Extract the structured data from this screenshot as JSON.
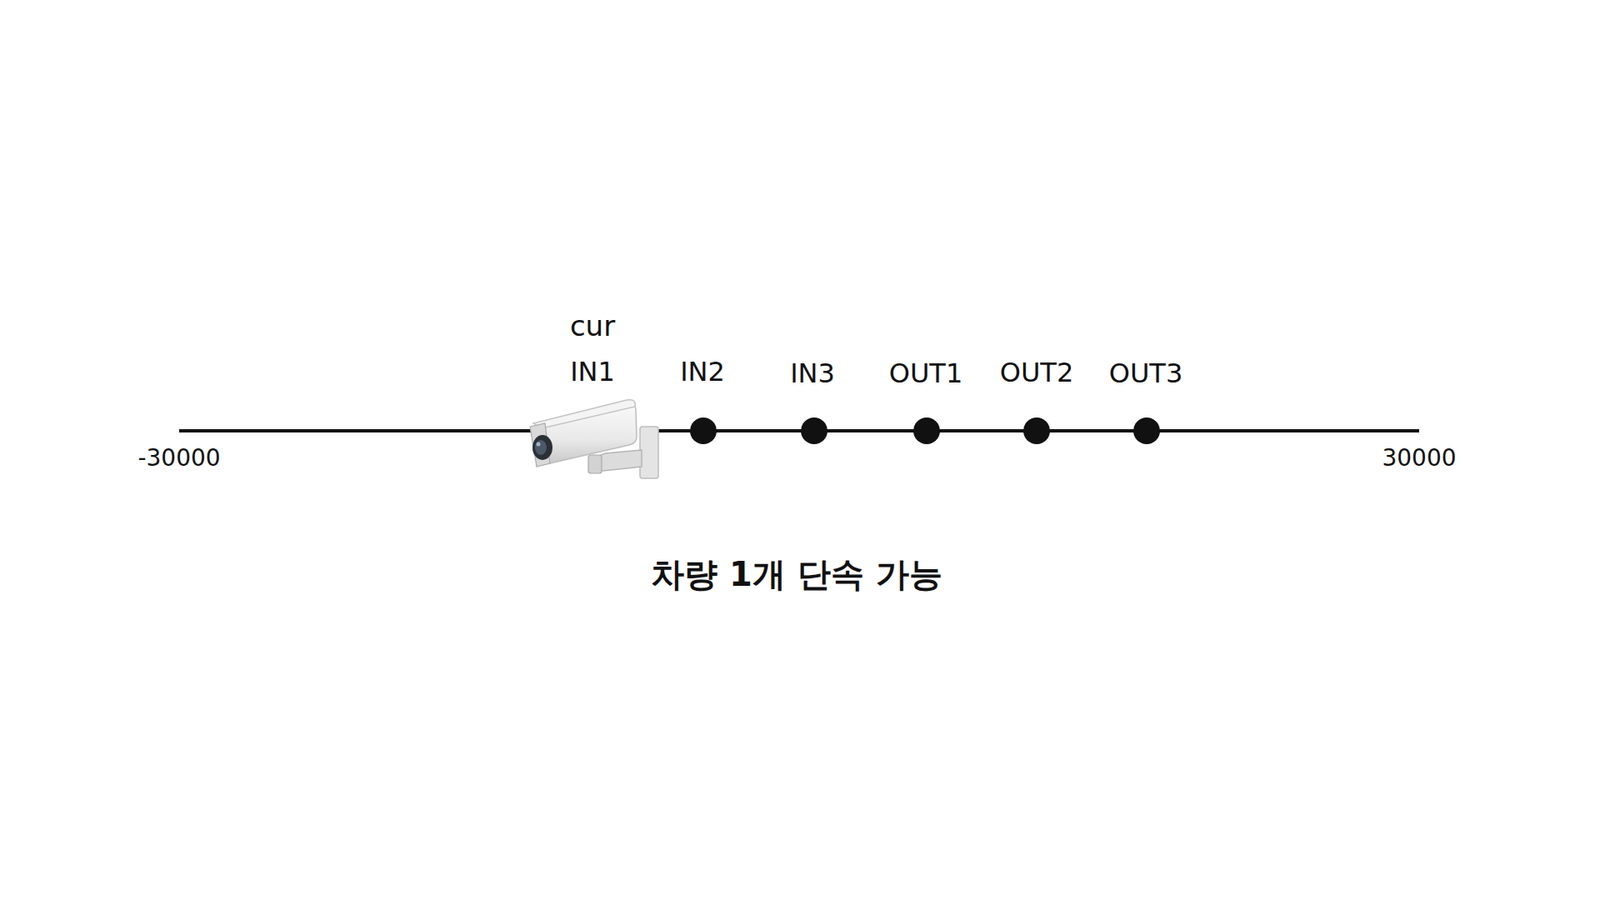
{
  "diagram": {
    "caption": "차량 1개 단속 가능",
    "labels": [
      "cur",
      "IN1",
      "IN2",
      "IN3",
      "OUT1",
      "OUT2",
      "OUT3",
      "-30000",
      "30000"
    ]
  }
}
